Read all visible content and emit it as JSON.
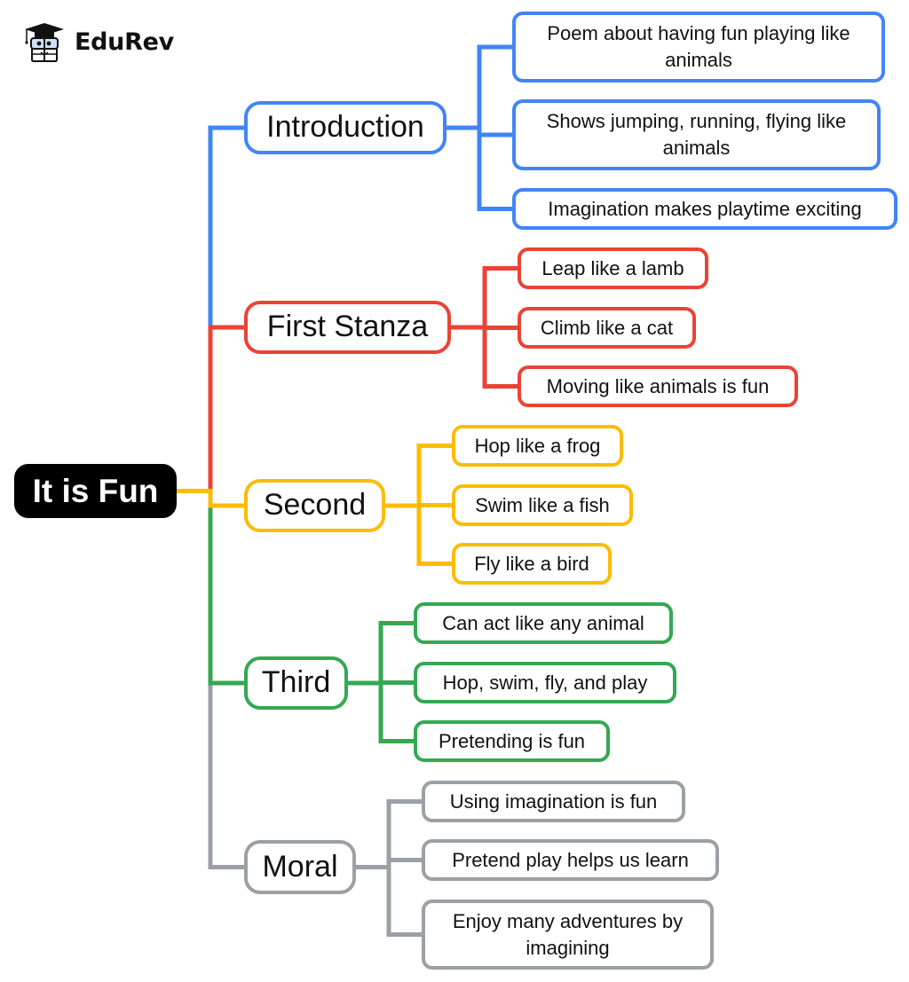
{
  "logo": {
    "text": "EduRev",
    "icon": "graduate-mascot-icon"
  },
  "colors": {
    "blue": "#4285f4",
    "red": "#ea4335",
    "yellow": "#fbbc04",
    "green": "#34a853",
    "gray": "#9aa0a6",
    "root": "#000000"
  },
  "root": {
    "label": "It is Fun"
  },
  "branches": [
    {
      "label": "Introduction",
      "color": "#4285f4",
      "children": [
        "Poem about having fun playing like animals",
        "Shows jumping, running, flying like animals",
        "Imagination makes playtime exciting"
      ]
    },
    {
      "label": "First Stanza",
      "color": "#ea4335",
      "children": [
        "Leap like a lamb",
        "Climb like a cat",
        "Moving like animals is fun"
      ]
    },
    {
      "label": "Second",
      "color": "#fbbc04",
      "children": [
        "Hop like a frog",
        "Swim like a fish",
        "Fly like a bird"
      ]
    },
    {
      "label": "Third",
      "color": "#34a853",
      "children": [
        "Can act like any animal",
        "Hop, swim, fly, and play",
        "Pretending is fun"
      ]
    },
    {
      "label": "Moral",
      "color": "#9aa0a6",
      "children": [
        "Using imagination is fun",
        "Pretend play helps us learn",
        "Enjoy many adventures by imagining"
      ]
    }
  ]
}
